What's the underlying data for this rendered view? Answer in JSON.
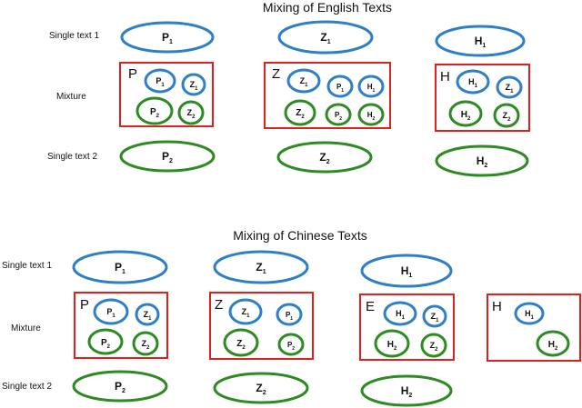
{
  "colors": {
    "blue": "#2e7fc6",
    "green": "#2e8a22",
    "red": "#e0201c",
    "text": "#111111"
  },
  "english": {
    "title": "Mixing of English Texts",
    "row_labels": {
      "single1": "Single text 1",
      "mixture": "Mixture",
      "single2": "Single text 2"
    },
    "columns": [
      {
        "box_label": "P",
        "single1": {
          "base": "P",
          "sub": "1"
        },
        "single2": {
          "base": "P",
          "sub": "2"
        },
        "mix_top": [
          {
            "base": "P",
            "sub": "1"
          },
          {
            "base": "Z",
            "sub": "1"
          }
        ],
        "mix_bottom": [
          {
            "base": "P",
            "sub": "2"
          },
          {
            "base": "Z",
            "sub": "2"
          }
        ]
      },
      {
        "box_label": "Z",
        "single1": {
          "base": "Z",
          "sub": "1"
        },
        "single2": {
          "base": "Z",
          "sub": "2"
        },
        "mix_top": [
          {
            "base": "Z",
            "sub": "1"
          },
          {
            "base": "P",
            "sub": "1"
          },
          {
            "base": "H",
            "sub": "1"
          }
        ],
        "mix_bottom": [
          {
            "base": "Z",
            "sub": "2"
          },
          {
            "base": "P",
            "sub": "2"
          },
          {
            "base": "H",
            "sub": "2"
          }
        ]
      },
      {
        "box_label": "H",
        "single1": {
          "base": "H",
          "sub": "1"
        },
        "single2": {
          "base": "H",
          "sub": "2"
        },
        "mix_top": [
          {
            "base": "H",
            "sub": "1"
          },
          {
            "base": "Z",
            "sub": "1"
          }
        ],
        "mix_bottom": [
          {
            "base": "H",
            "sub": "2"
          },
          {
            "base": "Z",
            "sub": "2"
          }
        ]
      }
    ]
  },
  "chinese": {
    "title": "Mixing of Chinese Texts",
    "row_labels": {
      "single1": "Single text 1",
      "mixture": "Mixture",
      "single2": "Single text 2"
    },
    "columns": [
      {
        "box_label": "P",
        "single1": {
          "base": "P",
          "sub": "1"
        },
        "single2": {
          "base": "P",
          "sub": "2"
        },
        "mix_top": [
          {
            "base": "P",
            "sub": "1"
          },
          {
            "base": "Z",
            "sub": "1"
          }
        ],
        "mix_bottom": [
          {
            "base": "P",
            "sub": "2"
          },
          {
            "base": "Z",
            "sub": "2"
          }
        ]
      },
      {
        "box_label": "Z",
        "single1": {
          "base": "Z",
          "sub": "1"
        },
        "single2": {
          "base": "Z",
          "sub": "2"
        },
        "mix_top": [
          {
            "base": "Z",
            "sub": "1"
          },
          {
            "base": "P",
            "sub": "1"
          }
        ],
        "mix_bottom": [
          {
            "base": "Z",
            "sub": "2"
          },
          {
            "base": "P",
            "sub": "2"
          }
        ]
      },
      {
        "box_label": "E",
        "single1": {
          "base": "H",
          "sub": "1"
        },
        "single2": {
          "base": "H",
          "sub": "2"
        },
        "mix_top": [
          {
            "base": "H",
            "sub": "1"
          },
          {
            "base": "Z",
            "sub": "1"
          }
        ],
        "mix_bottom": [
          {
            "base": "H",
            "sub": "2"
          },
          {
            "base": "Z",
            "sub": "2"
          }
        ]
      },
      {
        "box_label": "H",
        "mix_top": [
          {
            "base": "H",
            "sub": "1"
          }
        ],
        "mix_bottom": [
          {
            "base": "H",
            "sub": "2"
          }
        ]
      }
    ]
  }
}
